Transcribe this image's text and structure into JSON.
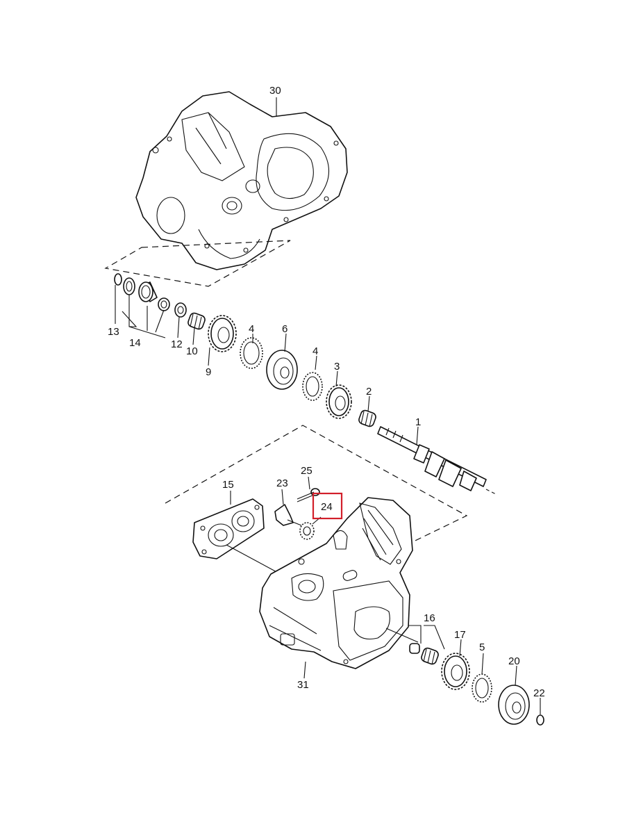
{
  "callouts": {
    "p30": "30",
    "p13": "13",
    "p14": "14",
    "p12": "12",
    "p10": "10",
    "p9": "9",
    "p4a": "4",
    "p6": "6",
    "p4b": "4",
    "p3": "3",
    "p2": "2",
    "p1": "1",
    "p25": "25",
    "p23": "23",
    "p24": "24",
    "p15": "15",
    "p16": "16",
    "p17": "17",
    "p5": "5",
    "p20": "20",
    "p22": "22",
    "p31": "31"
  },
  "highlight": {
    "part": "24",
    "color": "#d21f2a"
  }
}
